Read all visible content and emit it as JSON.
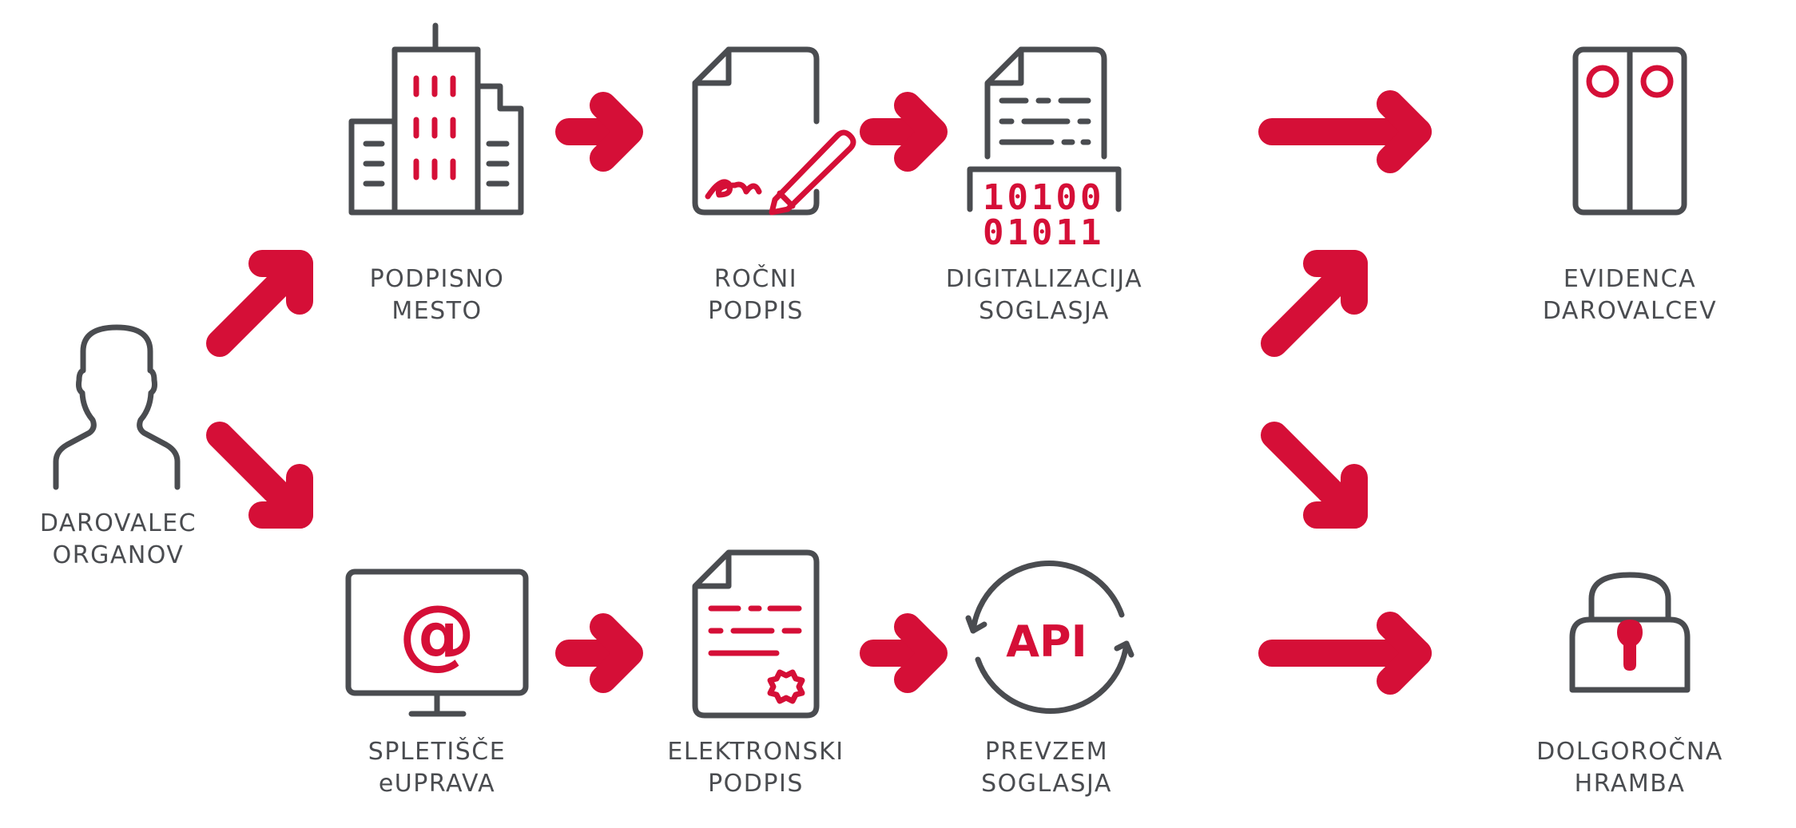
{
  "colors": {
    "accent": "#d50f37",
    "icon": "#4a4c50",
    "text": "#4a4c50",
    "background": "#ffffff"
  },
  "nodes": {
    "donor": {
      "icon": "person-icon",
      "line1": "DAROVALEC",
      "line2": "ORGANOV"
    },
    "signing": {
      "icon": "building-icon",
      "line1": "PODPISNO",
      "line2": "MESTO"
    },
    "manual": {
      "icon": "signed-document-icon",
      "line1": "ROČNI",
      "line2": "PODPIS"
    },
    "digitize": {
      "icon": "scan-document-icon",
      "line1": "DIGITALIZACIJA",
      "line2": "SOGLASJA",
      "binary_row1": "10100",
      "binary_row2": "01011"
    },
    "registry": {
      "icon": "binders-icon",
      "line1": "EVIDENCA",
      "line2": "DAROVALCEV"
    },
    "portal": {
      "icon": "monitor-at-icon",
      "line1": "SPLETIŠČE",
      "line2": "eUPRAVA",
      "at_symbol": "@"
    },
    "esign": {
      "icon": "certificate-document-icon",
      "line1": "ELEKTRONSKI",
      "line2": "PODPIS"
    },
    "api": {
      "icon": "api-cycle-icon",
      "line1": "PREVZEM",
      "line2": "SOGLASJA",
      "api_text": "API"
    },
    "archive": {
      "icon": "padlock-icon",
      "line1": "DOLGOROČNA",
      "line2": "HRAMBA"
    }
  }
}
